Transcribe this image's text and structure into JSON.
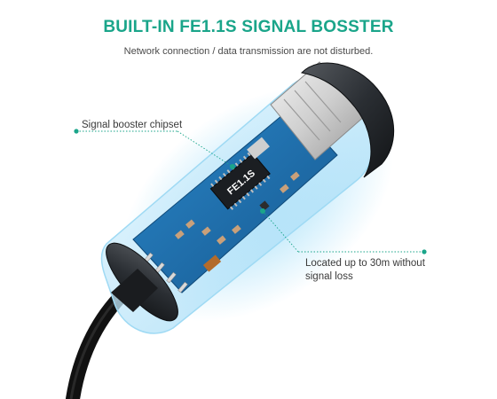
{
  "header": {
    "title": "BUILT-IN FE1.1S SIGNAL BOSSTER",
    "subtitle": "Network connection / data transmission are not disturbed."
  },
  "callouts": {
    "left": "Signal booster chipset",
    "right": "Located up to 30m without signal loss"
  },
  "chip": {
    "label": "FE1.1S"
  },
  "colors": {
    "accent": "#1aa58a",
    "pcb": "#1b6fb0",
    "casing": "#2a2e33",
    "glow": "#5fc7f5"
  }
}
